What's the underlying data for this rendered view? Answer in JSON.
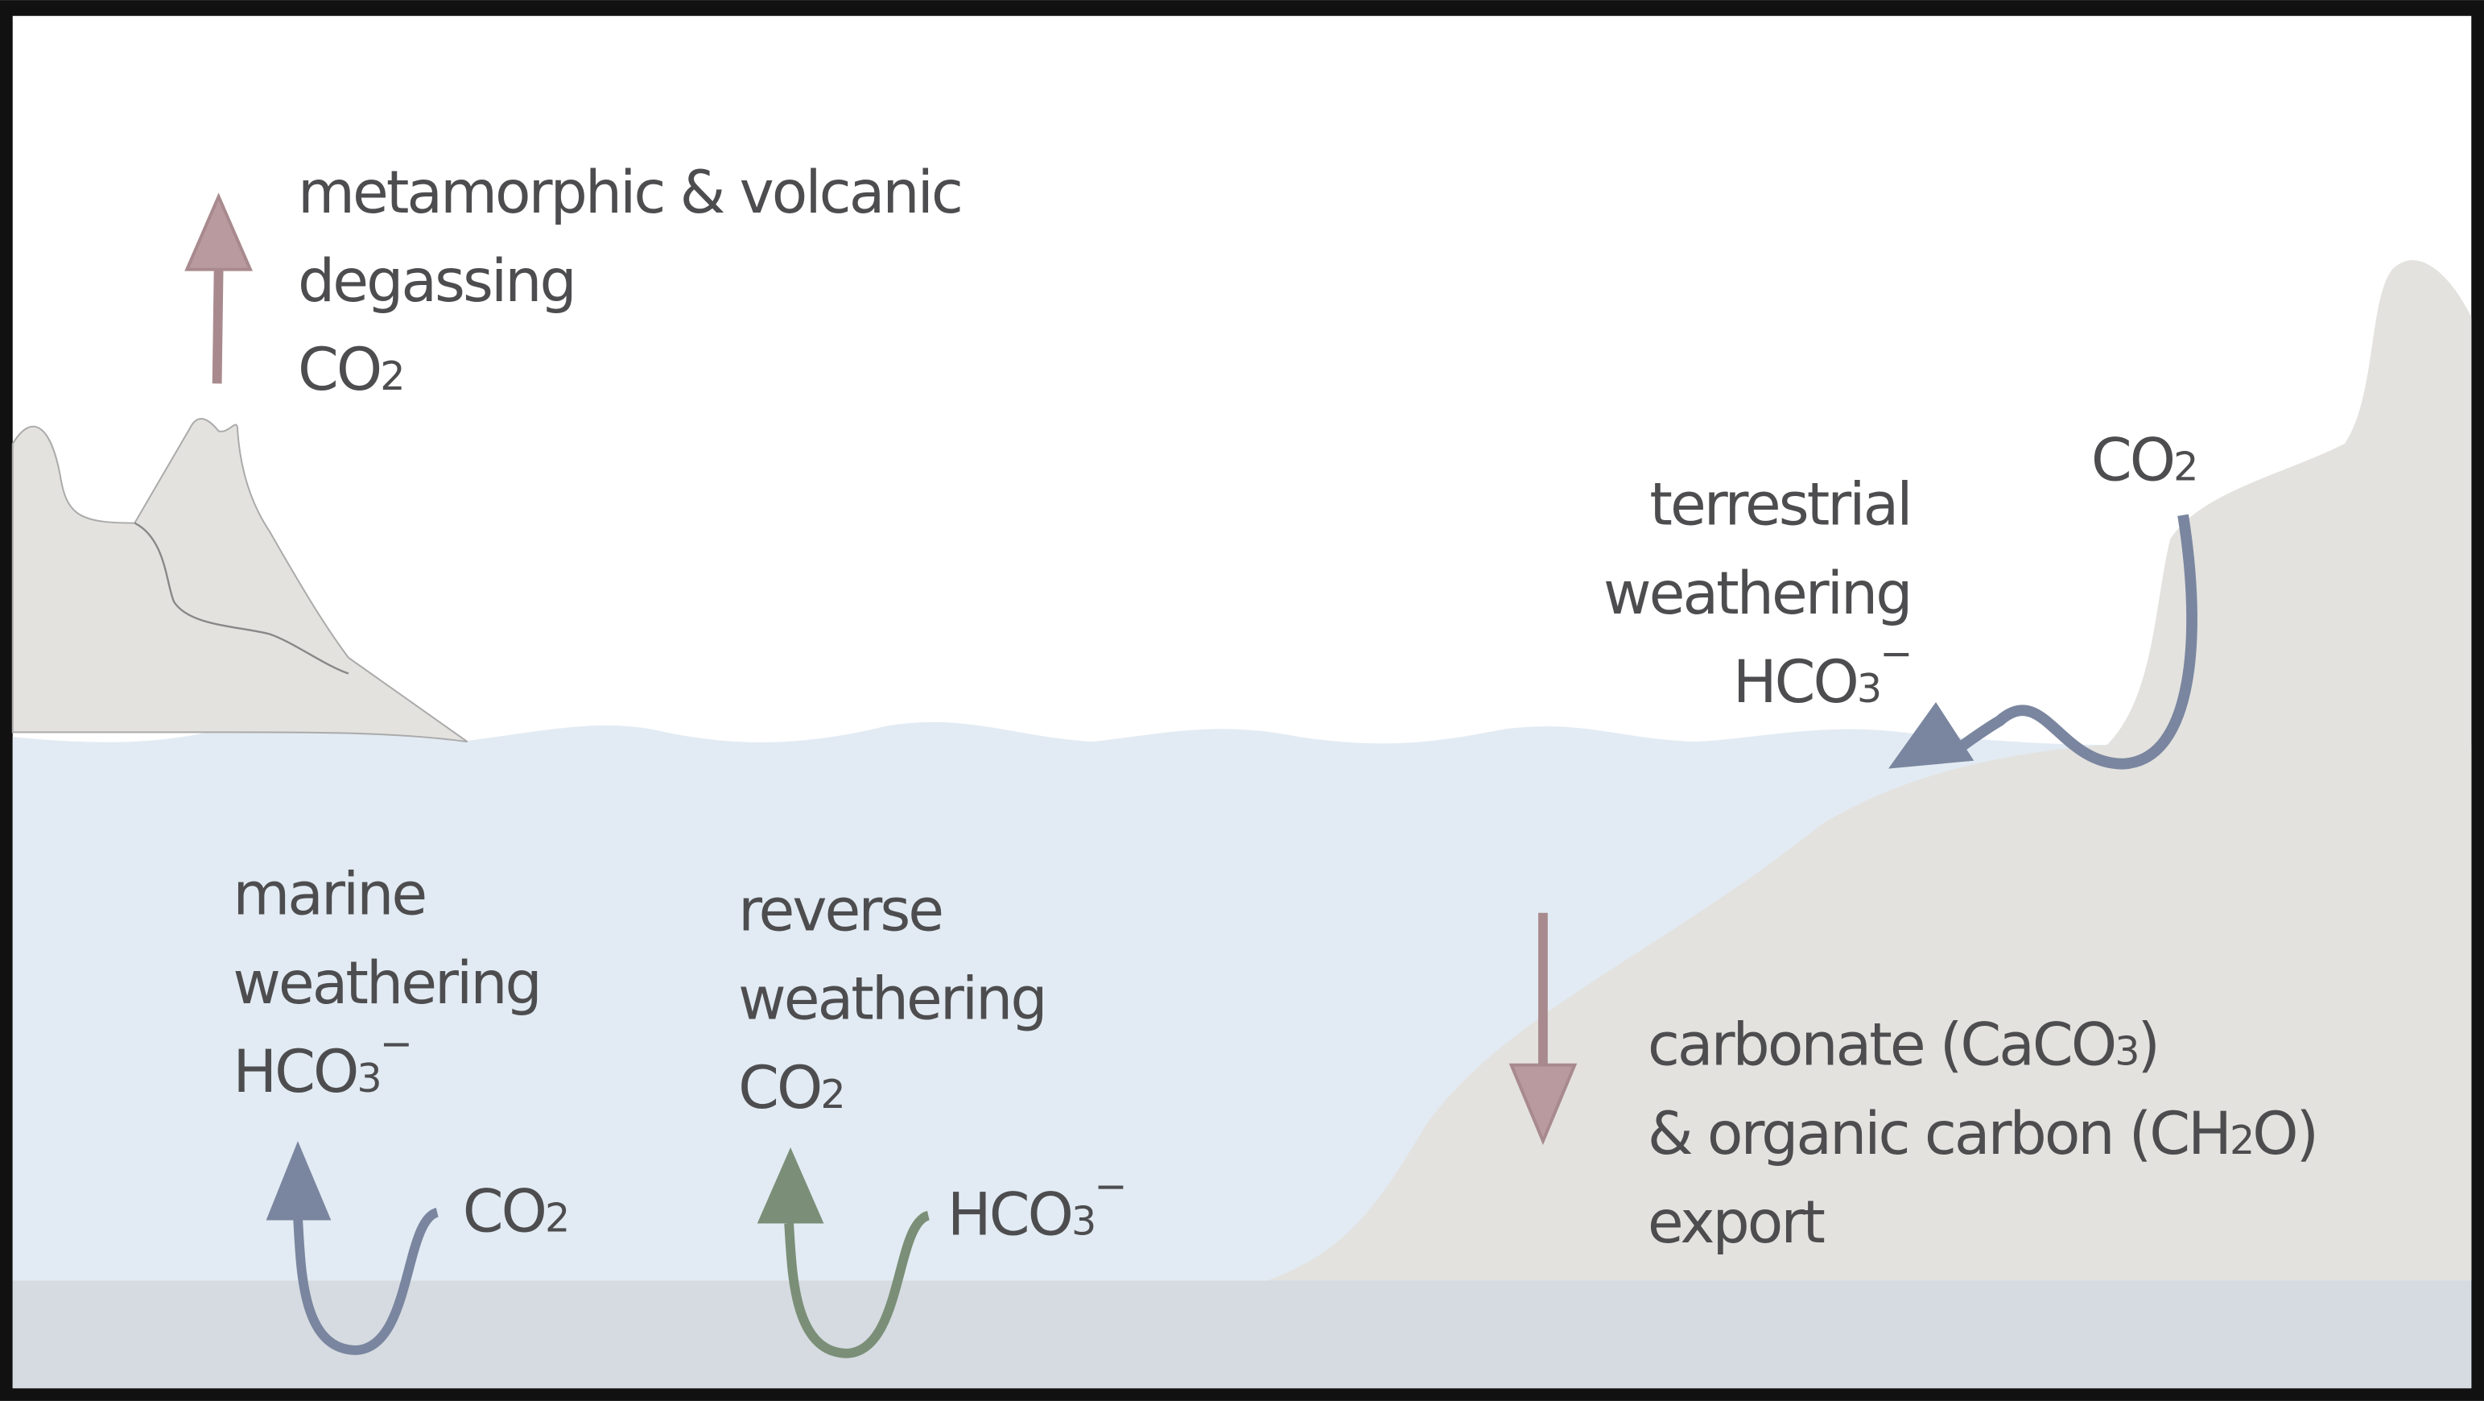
{
  "colors": {
    "frame": "#111111",
    "sky": "#ffffff",
    "ocean": "#e2ebf3",
    "seafloor": "#d5dbe0",
    "land": "#e3e2df",
    "text": "#4d4d4f",
    "arrow_red": "#a88a8e",
    "arrow_blue": "#7a869f",
    "arrow_green": "#7b8f78"
  },
  "labels": {
    "degassing": {
      "line1": "metamorphic & volcanic",
      "line2": "degassing",
      "chem": "CO",
      "sub": "2"
    },
    "terrestrial": {
      "line1": "terrestrial",
      "line2": "weathering",
      "chem": "HCO",
      "sub": "3",
      "sup": "−",
      "input_chem": "CO",
      "input_sub": "2"
    },
    "marine": {
      "line1": "marine",
      "line2": "weathering",
      "chem": "HCO",
      "sub": "3",
      "sup": "−",
      "input_chem": "CO",
      "input_sub": "2"
    },
    "reverse": {
      "line1": "reverse",
      "line2": "weathering",
      "chem": "CO",
      "sub": "2",
      "input_chem": "HCO",
      "input_sub": "3",
      "input_sup": "−"
    },
    "export": {
      "line1a": "carbonate (CaCO",
      "line1sub": "3",
      "line1b": ")",
      "line2a": "& organic carbon (CH",
      "line2sub": "2",
      "line2b": "O)",
      "line3": "export"
    }
  }
}
